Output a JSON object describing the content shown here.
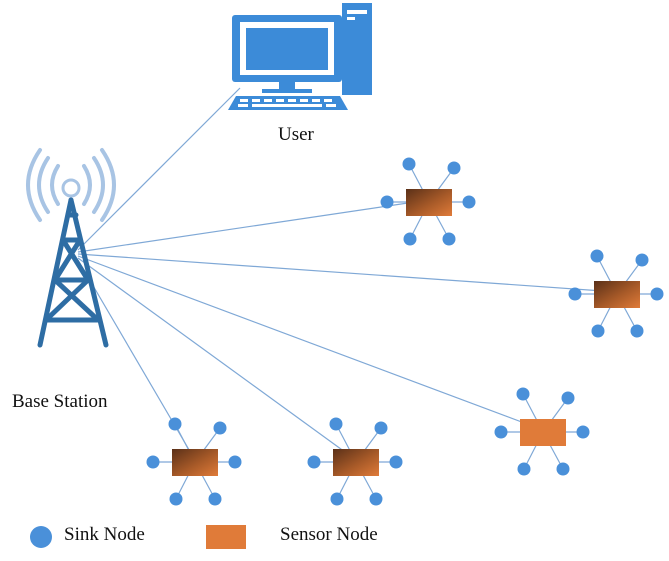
{
  "labels": {
    "user": "User",
    "base_station": "Base Station"
  },
  "legend": {
    "sink_node": "Sink Node",
    "sensor_node": "Sensor Node"
  },
  "colors": {
    "sink_node": "#4A90D9",
    "sensor_node": "#E07B39",
    "tower": "#2E6DA4",
    "computer": "#3C8BD8",
    "link": "#7FA8D6"
  },
  "icons": {
    "user": "desktop-computer-icon",
    "base_station": "radio-tower-icon"
  },
  "clusters": [
    {
      "id": "cluster-1"
    },
    {
      "id": "cluster-2"
    },
    {
      "id": "cluster-3"
    },
    {
      "id": "cluster-4"
    },
    {
      "id": "cluster-5"
    }
  ]
}
